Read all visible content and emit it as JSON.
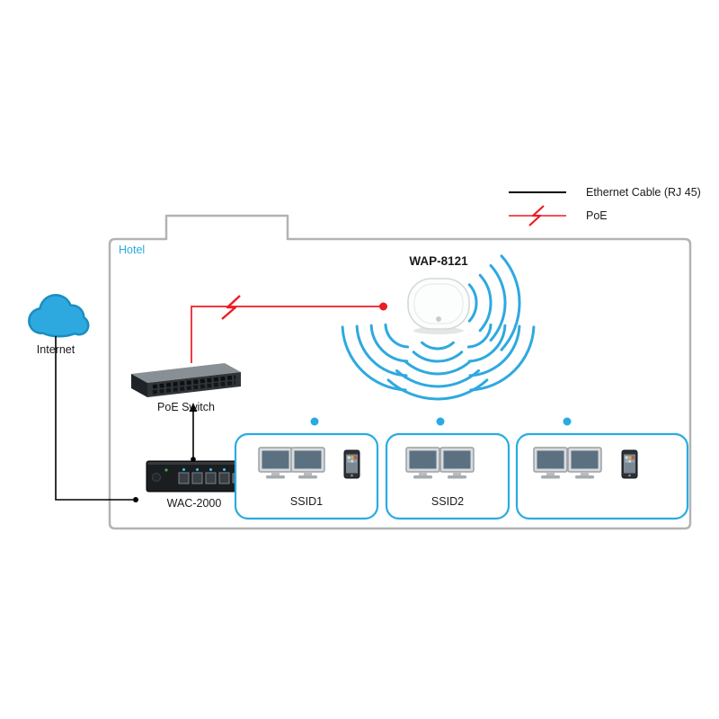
{
  "legend": {
    "items": [
      {
        "symbol": "ethernet-line",
        "label": "Ethernet Cable (RJ 45)",
        "color": "#000000"
      },
      {
        "symbol": "poe-lightning-line",
        "label": "PoE",
        "color": "#ec1c24"
      }
    ]
  },
  "zone": {
    "label": "Hotel"
  },
  "nodes": {
    "internet": {
      "label": "Internet",
      "icon": "cloud-icon"
    },
    "poe_switch": {
      "label": "PoE Switch",
      "icon": "rack-switch-icon"
    },
    "controller": {
      "label": "WAC-2000",
      "icon": "wlan-controller-icon"
    },
    "access_point": {
      "label": "WAP-8121",
      "icon": "access-point-icon"
    }
  },
  "ssid_groups": [
    {
      "label": "SSID1",
      "devices": [
        "desktop",
        "desktop",
        "smartphone"
      ]
    },
    {
      "label": "SSID2",
      "devices": [
        "desktop",
        "desktop"
      ]
    },
    {
      "label": "",
      "devices": [
        "desktop",
        "desktop",
        "smartphone"
      ]
    }
  ],
  "connections": [
    {
      "from": "Internet",
      "to": "WAC-2000",
      "type": "ethernet"
    },
    {
      "from": "WAC-2000",
      "to": "PoE Switch",
      "type": "ethernet"
    },
    {
      "from": "PoE Switch",
      "to": "WAP-8121",
      "type": "poe"
    }
  ],
  "colors": {
    "accent_blue": "#29abe2",
    "wifi_blue": "#2ea9e0",
    "poe_red": "#ec1c24",
    "ethernet_black": "#000000",
    "zone_border_gray": "#b3b3b3"
  }
}
